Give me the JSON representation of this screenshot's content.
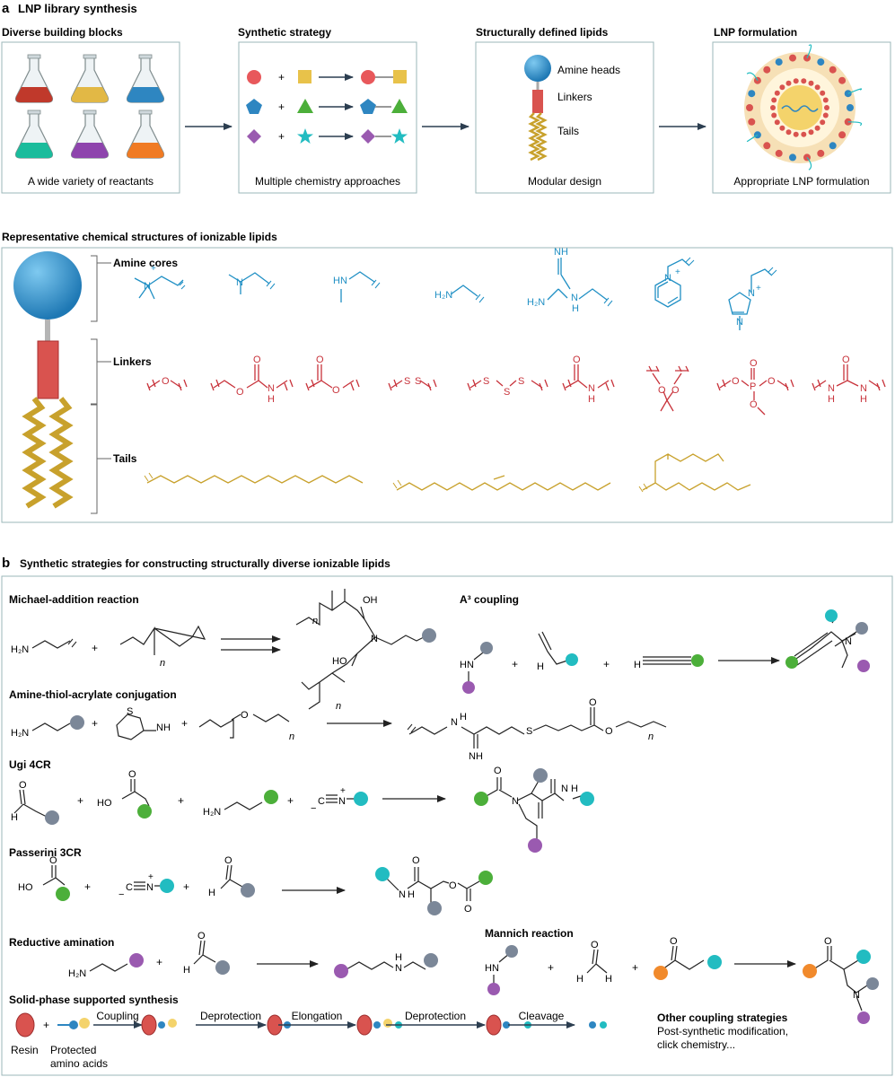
{
  "panel_a": {
    "letter": "a",
    "title": "LNP library synthesis",
    "stage1": {
      "title": "Diverse building blocks",
      "caption": "A wide variety of reactants"
    },
    "stage2": {
      "title": "Synthetic strategy",
      "caption": "Multiple chemistry approaches",
      "plus": "+"
    },
    "stage3": {
      "title": "Structurally defined lipids",
      "caption": "Modular design",
      "labels": [
        "Amine heads",
        "Linkers",
        "Tails"
      ]
    },
    "stage4": {
      "title": "LNP formulation",
      "caption": "Appropriate LNP formulation"
    },
    "structures_title": "Representative chemical structures  of ionizable lipids",
    "amine_label": "Amine cores",
    "linker_label": "Linkers",
    "tail_label": "Tails",
    "amines": [
      {
        "a": "N",
        "b": "+"
      },
      {
        "a": "N"
      },
      {
        "a": "HN"
      },
      {
        "a": "H₂N"
      },
      {
        "a": "NH",
        "b": "H₂N",
        "c": "N",
        "d": "H"
      },
      {
        "a": "N",
        "b": "+"
      },
      {
        "a": "N",
        "b": "+",
        "c": "N"
      }
    ],
    "linker_atoms": {
      "ether": "O",
      "carbamate": [
        "O",
        "O",
        "N",
        "H"
      ],
      "ester": [
        "O",
        "O"
      ],
      "disulfide": [
        "S",
        "S"
      ],
      "trisulfide": [
        "S",
        "S",
        "S"
      ],
      "amide": [
        "O",
        "N",
        "H"
      ],
      "ketal": [
        "O",
        "O"
      ],
      "phosphate": [
        "O",
        "P",
        "O",
        "O",
        "O"
      ],
      "urea": [
        "O",
        "N",
        "H",
        "N",
        "H"
      ]
    },
    "flask_colors": [
      "#c0392b",
      "#e2b845",
      "#2e86c1",
      "#1abc9c",
      "#8e44ad",
      "#f07b24"
    ]
  },
  "panel_b": {
    "letter": "b",
    "title": "Synthetic strategies for constructing structurally diverse ionizable lipids",
    "michael": {
      "title": "Michael-addition reaction",
      "amine": "H₂N",
      "n": "n",
      "oh": "OH",
      "ho": "HO",
      "n_atom": "N",
      "plus": "+"
    },
    "a3": {
      "title": "A³ coupling",
      "hn": "HN",
      "h": "H",
      "plus": "+",
      "n_atom": "N"
    },
    "thiol": {
      "title": "Amine-thiol-acrylate conjugation",
      "amine": "H₂N",
      "s": "S",
      "nh": "NH",
      "o": "O",
      "n": "n",
      "h": "H",
      "n_atom": "N",
      "nh_low": "NH",
      "plus": "+"
    },
    "ugi": {
      "title": "Ugi 4CR",
      "h": "H",
      "o": "O",
      "ho": "HO",
      "amine": "H₂N",
      "iso_c": "C",
      "iso_n": "N",
      "minus": "−",
      "pos": "+",
      "n_atom": "N",
      "h_atom": "H",
      "plus": "+"
    },
    "passerini": {
      "title": "Passerini 3CR",
      "ho": "HO",
      "o": "O",
      "h": "H",
      "iso_c": "C",
      "iso_n": "N",
      "minus": "−",
      "pos": "+",
      "n_atom": "N",
      "plus": "+"
    },
    "reductive": {
      "title": "Reductive amination",
      "amine": "H₂N",
      "h": "H",
      "o": "O",
      "n_atom": "N",
      "h_atom": "H",
      "plus": "+"
    },
    "mannich": {
      "title": "Mannich reaction",
      "hn": "HN",
      "h1": "H",
      "h2": "H",
      "o": "O",
      "n_atom": "N",
      "plus": "+"
    },
    "solid": {
      "title": "Solid-phase supported synthesis",
      "steps": [
        "Coupling",
        "Deprotection",
        "Elongation",
        "Deprotection",
        "Cleavage"
      ],
      "resin": "Resin",
      "protected": [
        "Protected",
        "amino acids"
      ],
      "plus": "+"
    },
    "other": {
      "title": "Other coupling strategies",
      "lines": [
        "Post-synthetic modification,",
        "click chemistry..."
      ]
    }
  },
  "colors": {
    "blue": "#1f8fc4",
    "red": "#c8333b",
    "gold": "#c8a12c",
    "sphere_red": "#e8585b",
    "sphere_gold": "#e8c24a",
    "teal": "#22bcc1",
    "green": "#4caf3a",
    "purple": "#9a5ab0",
    "gray": "#7b8798",
    "orange": "#f18a2c",
    "box_border": "#9bb7ba",
    "arrow": "#2c3e50"
  }
}
